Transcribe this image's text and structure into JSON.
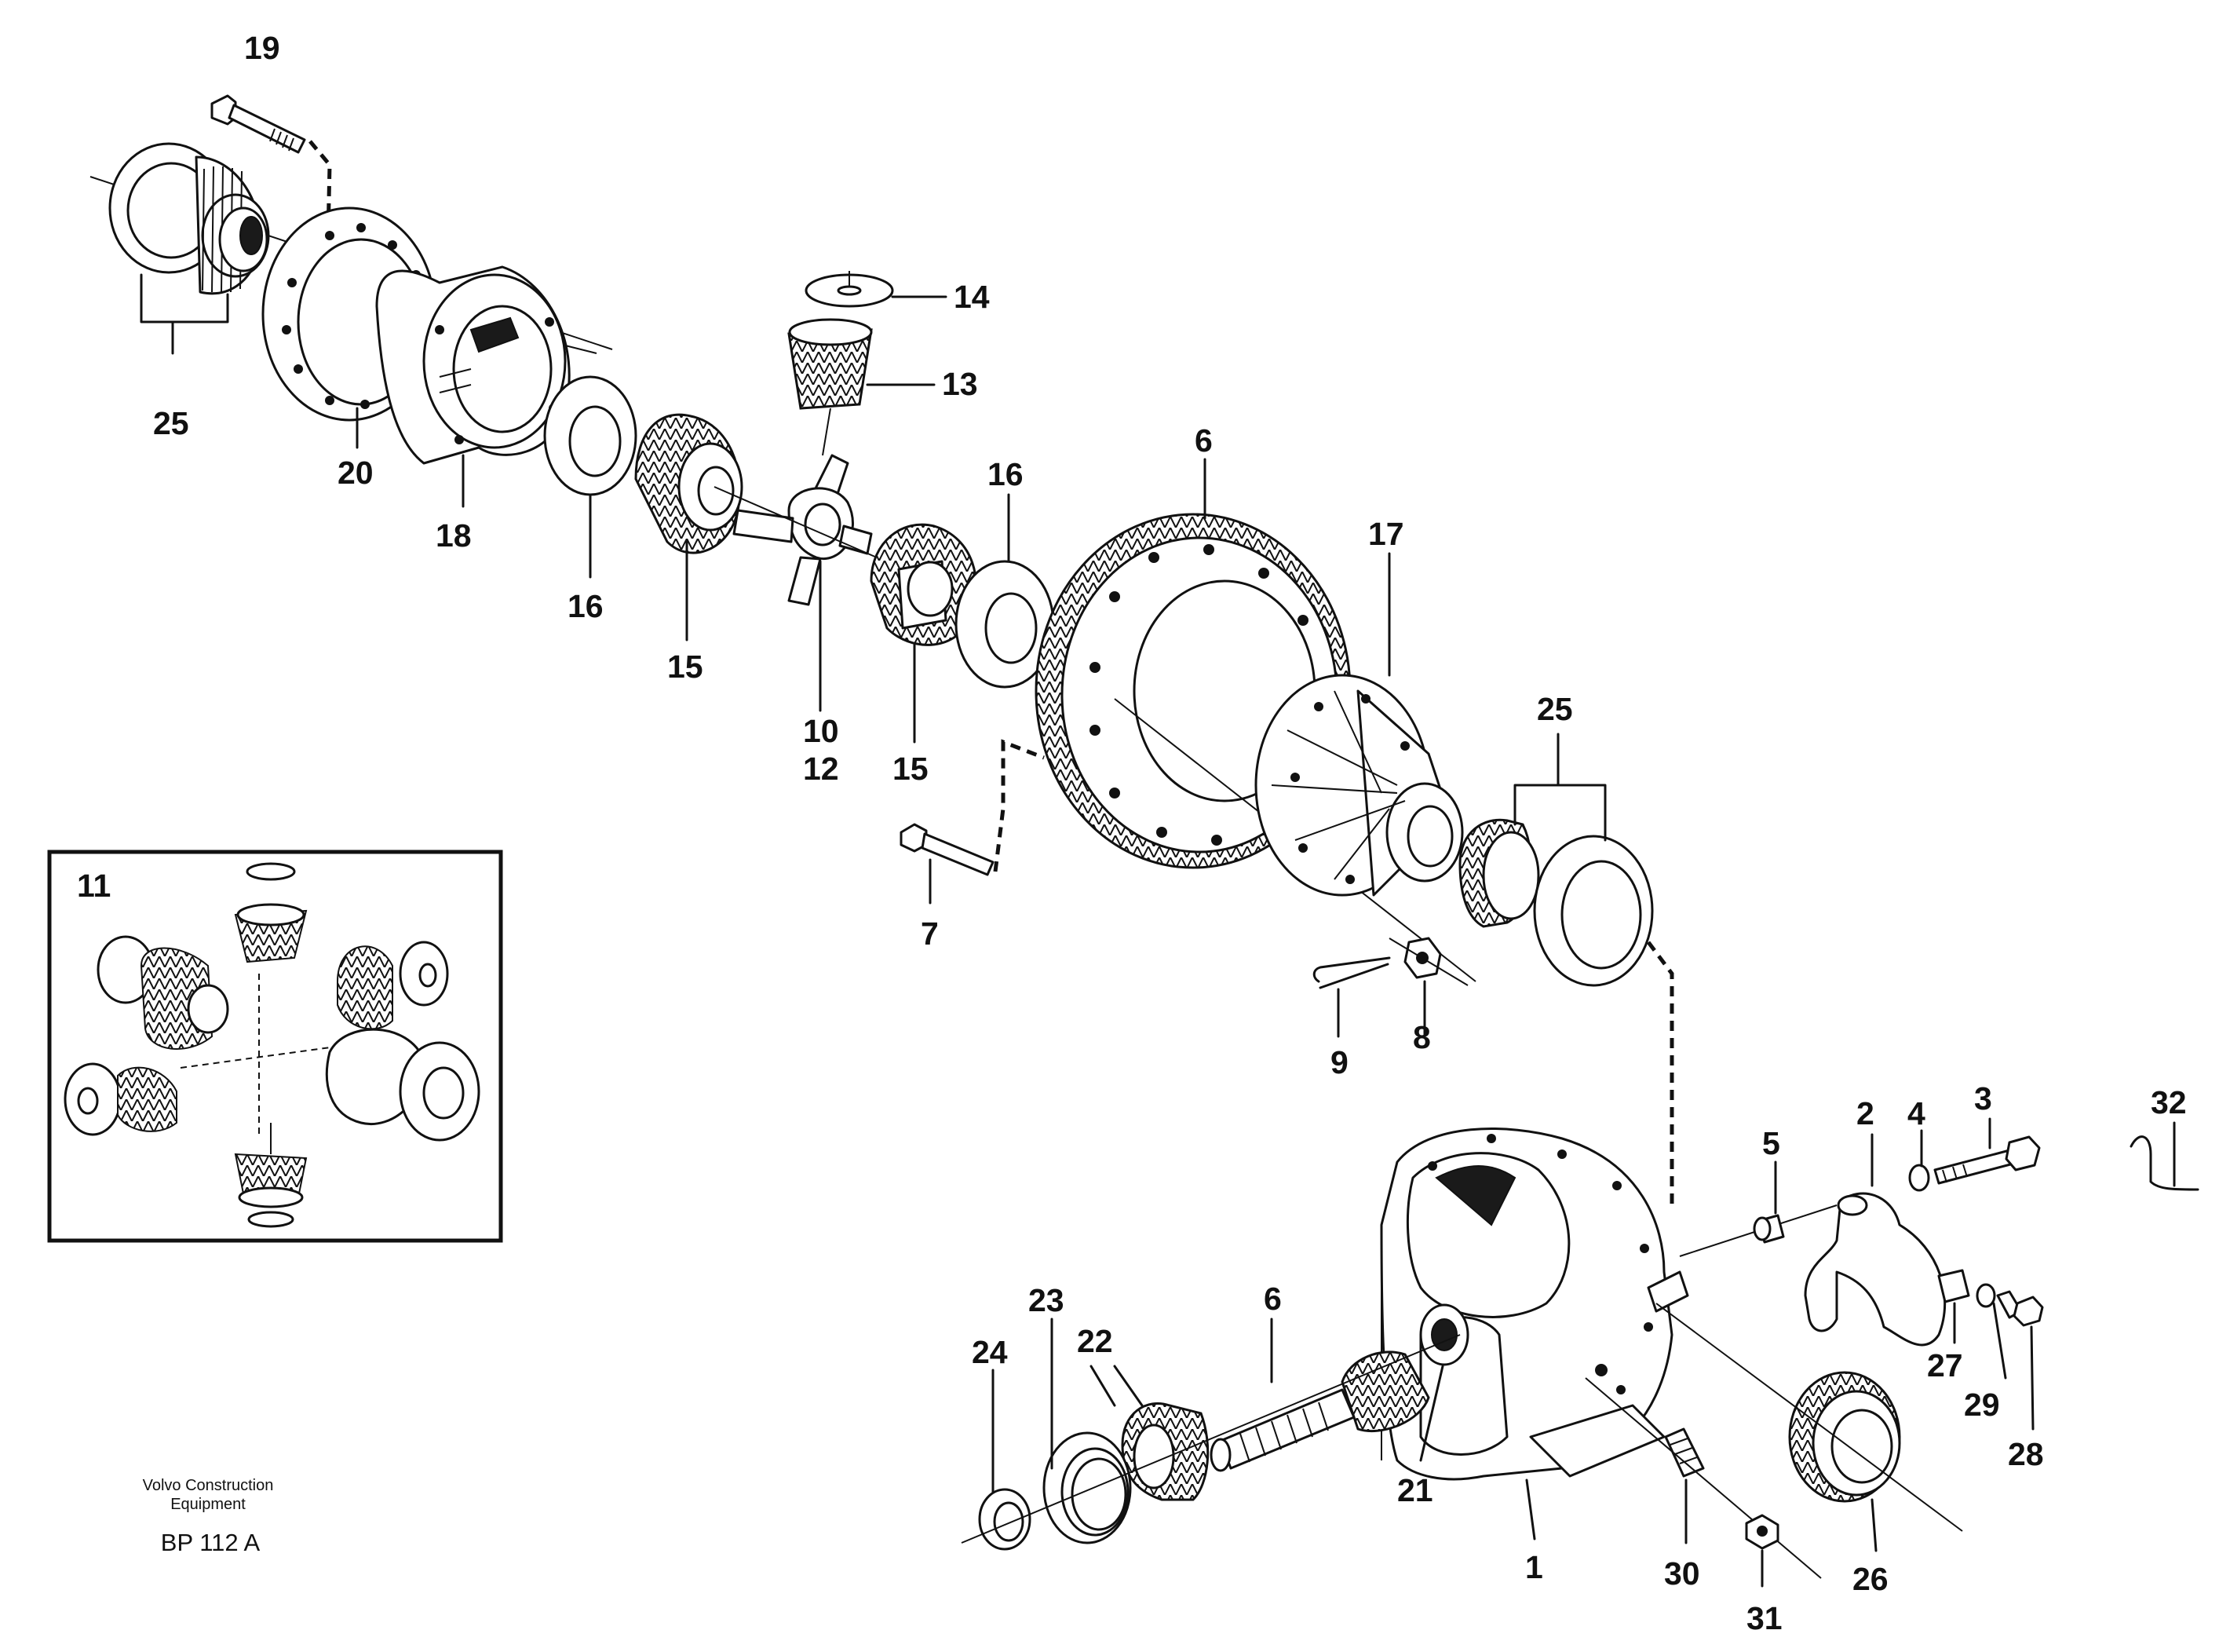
{
  "labels": {
    "p19": "19",
    "p25a": "25",
    "p20": "20",
    "p18": "18",
    "p16a": "16",
    "p15a": "15",
    "p14": "14",
    "p13": "13",
    "p10": "10",
    "p12": "12",
    "p15b": "15",
    "p16b": "16",
    "p6a": "6",
    "p17": "17",
    "p25b": "25",
    "p7": "7",
    "p9": "9",
    "p8": "8",
    "p32": "32",
    "p2": "2",
    "p4": "4",
    "p3": "3",
    "p5": "5",
    "p27": "27",
    "p29": "29",
    "p28": "28",
    "p23": "23",
    "p22": "22",
    "p24": "24",
    "p6b": "6",
    "p21": "21",
    "p1": "1",
    "p30": "30",
    "p31": "31",
    "p26": "26"
  },
  "inset": {
    "label": "11"
  },
  "footer": {
    "maker_line1": "Volvo Construction",
    "maker_line2": "Equipment",
    "ref": "BP 112 A"
  }
}
